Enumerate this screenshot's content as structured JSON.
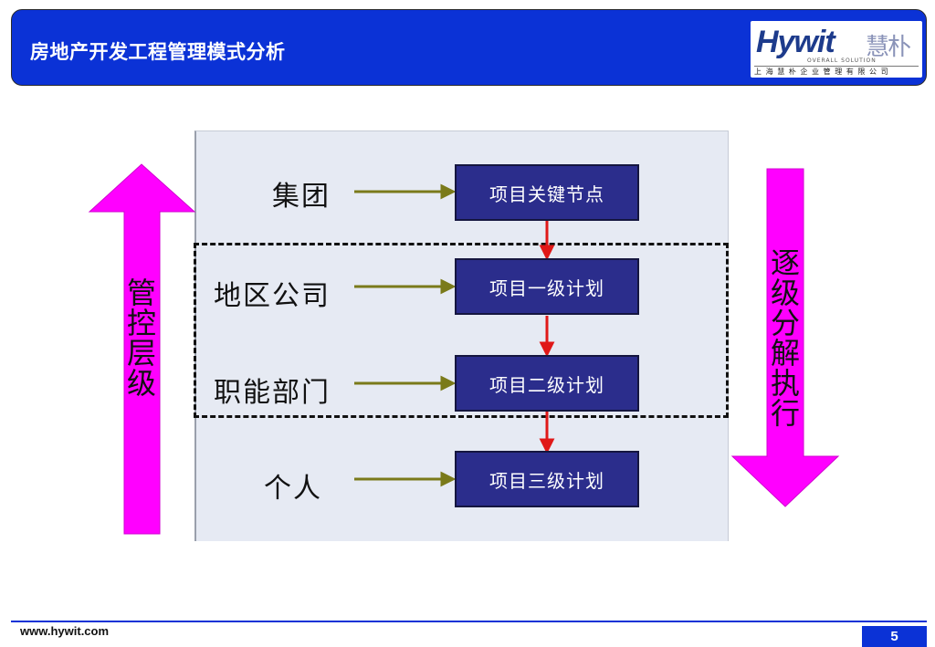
{
  "header": {
    "title": "房地产开发工程管理模式分析",
    "logo": {
      "brand": "Hywit",
      "brand_cn": "慧朴",
      "tagline": "OVERALL SOLUTION",
      "company": "上海慧朴企业管理有限公司"
    }
  },
  "diagram": {
    "levels": [
      {
        "label": "集团",
        "plan": "项目关键节点"
      },
      {
        "label": "地区公司",
        "plan": "项目一级计划"
      },
      {
        "label": "职能部门",
        "plan": "项目二级计划"
      },
      {
        "label": "个人",
        "plan": "项目三级计划"
      }
    ],
    "left_arrow_text": [
      "管",
      "控",
      "层",
      "级"
    ],
    "right_arrow_text": [
      "逐",
      "级",
      "分",
      "解",
      "执",
      "行"
    ],
    "colors": {
      "side_arrow": "#ff00ff",
      "plan_box": "#2b2d8c",
      "connector": "#e01818",
      "pointer": "#7a7a1a"
    }
  },
  "footer": {
    "url": "www.hywit.com",
    "page": "5"
  }
}
